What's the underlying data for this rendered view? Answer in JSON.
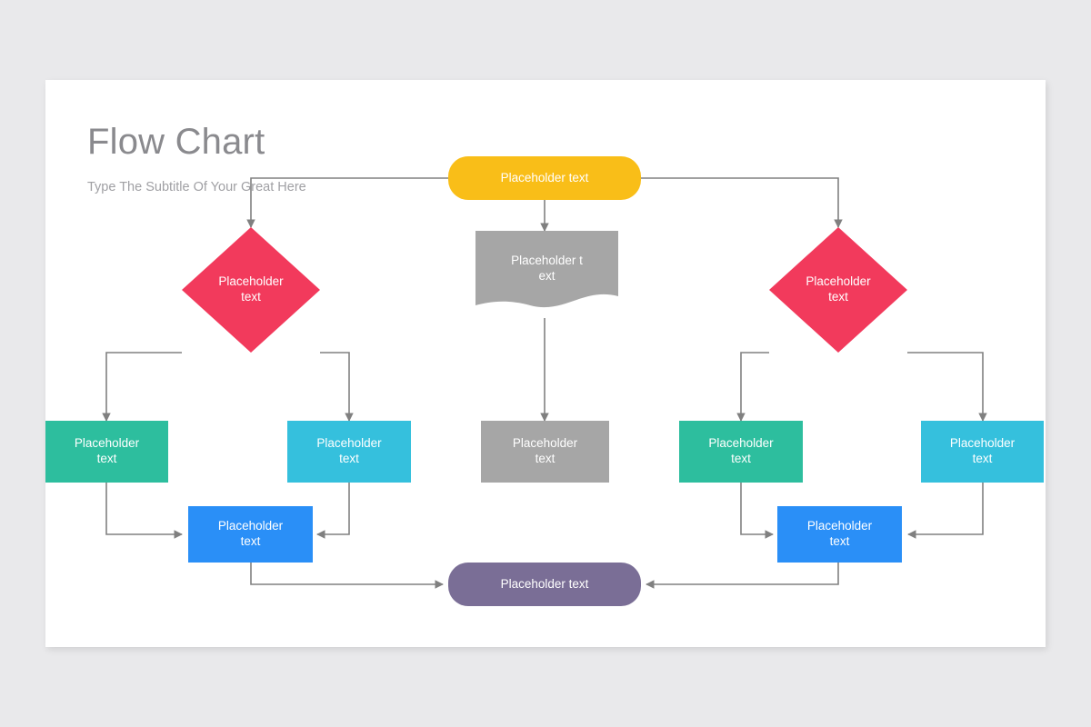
{
  "slide": {
    "title": "Flow Chart",
    "subtitle": "Type The Subtitle Of Your Great Here",
    "background_color": "#e9e9eb",
    "canvas_color": "#ffffff",
    "title_color": "#8a8a8e",
    "subtitle_color": "#a0a0a4"
  },
  "palette": {
    "start": "#f9be18",
    "decision": "#f23a5c",
    "document": "#a6a6a6",
    "process_gray": "#a6a6a6",
    "process_teal": "#2dbe9e",
    "process_cyan": "#35c0dd",
    "process_blue": "#2a8ff7",
    "end": "#7a6e96",
    "connector": "#808080"
  },
  "nodes": {
    "start": {
      "label": "Placeholder text",
      "shape": "pill",
      "color": "#f9be18"
    },
    "decision_left": {
      "label": "Placeholder\ntext",
      "shape": "diamond",
      "color": "#f23a5c"
    },
    "decision_right": {
      "label": "Placeholder\ntext",
      "shape": "diamond",
      "color": "#f23a5c"
    },
    "document_center": {
      "label": "Placeholder text",
      "shape": "document",
      "color": "#a6a6a6"
    },
    "process_center": {
      "label": "Placeholder\ntext",
      "shape": "rect",
      "color": "#a6a6a6"
    },
    "process_left_teal": {
      "label": "Placeholder\ntext",
      "shape": "rect",
      "color": "#2dbe9e"
    },
    "process_left_cyan": {
      "label": "Placeholder\ntext",
      "shape": "rect",
      "color": "#35c0dd"
    },
    "process_right_teal": {
      "label": "Placeholder\ntext",
      "shape": "rect",
      "color": "#2dbe9e"
    },
    "process_right_cyan": {
      "label": "Placeholder\ntext",
      "shape": "rect",
      "color": "#35c0dd"
    },
    "merge_left_blue": {
      "label": "Placeholder\ntext",
      "shape": "rect",
      "color": "#2a8ff7"
    },
    "merge_right_blue": {
      "label": "Placeholder\ntext",
      "shape": "rect",
      "color": "#2a8ff7"
    },
    "end": {
      "label": "Placeholder text",
      "shape": "pill",
      "color": "#7a6e96"
    }
  }
}
